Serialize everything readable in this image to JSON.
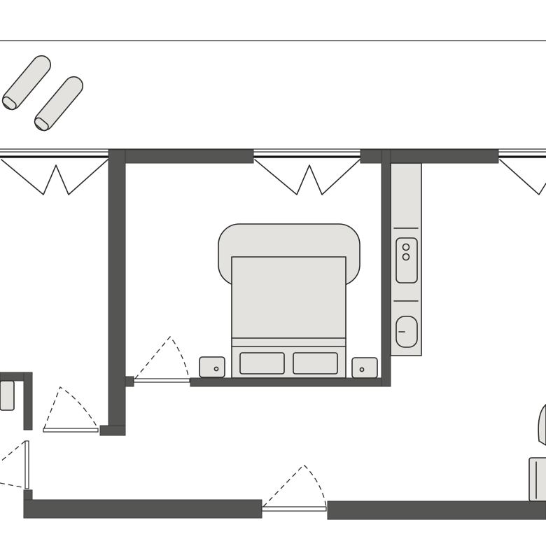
{
  "title": "",
  "colors": {
    "wall": "#555654",
    "furniture_fill": "#e4e2de",
    "line": "#2b2b2b",
    "background": "#ffffff"
  },
  "rooms": {
    "terrace": {
      "items": [
        "sun-lounger",
        "sun-lounger"
      ]
    },
    "bedroom": {
      "items": [
        "double-bed",
        "pillow",
        "pillow",
        "nightstand",
        "nightstand",
        "bifold-window-door",
        "swing-door"
      ]
    },
    "kitchenette": {
      "items": [
        "counter",
        "hob",
        "sink"
      ]
    },
    "bathroom": {
      "items": [
        "vanity",
        "swing-door",
        "swing-door"
      ]
    },
    "living": {
      "items": [
        "bifold-window-door",
        "armchair"
      ]
    },
    "hallway": {
      "items": [
        "entry-door"
      ]
    }
  }
}
